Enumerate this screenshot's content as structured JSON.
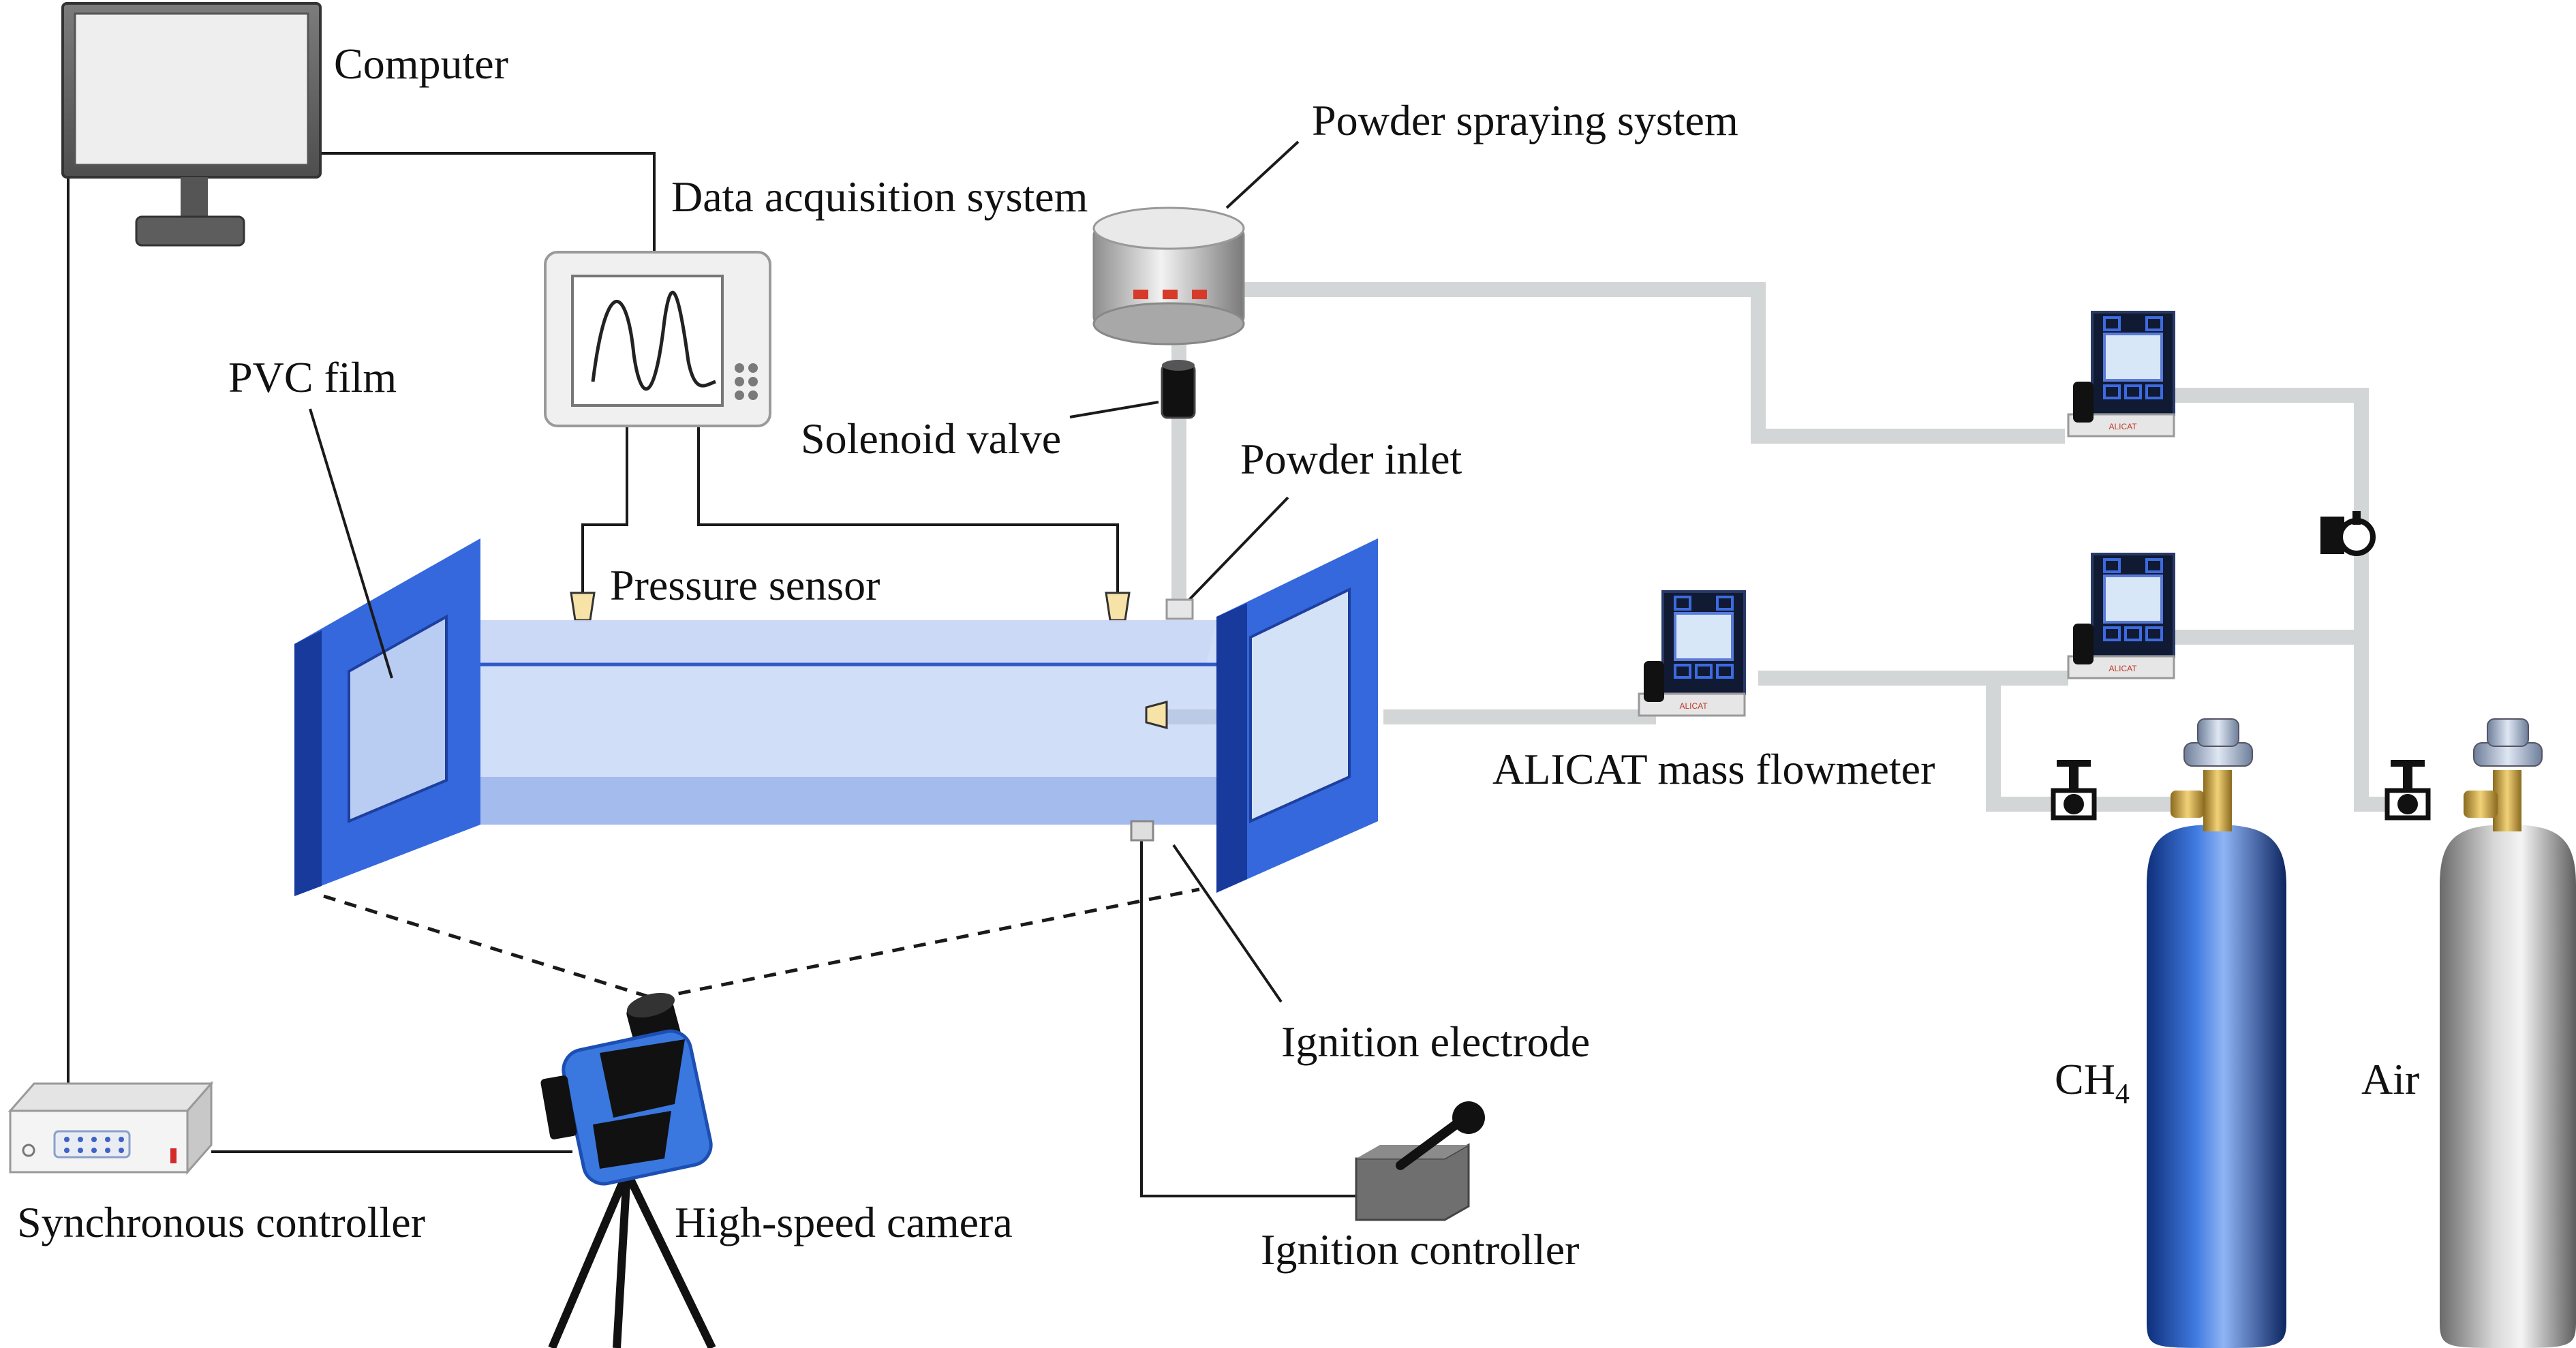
{
  "labels": {
    "computer": "Computer",
    "daq": "Data acquisition system",
    "powder_spraying": "Powder spraying system",
    "pvc_film": "PVC film",
    "solenoid_valve": "Solenoid valve",
    "powder_inlet": "Powder inlet",
    "pressure_sensor": "Pressure sensor",
    "alicat": "ALICAT mass flowmeter",
    "ignition_electrode": "Ignition electrode",
    "synchronous_controller": "Synchronous controller",
    "high_speed_camera": "High-speed camera",
    "ignition_controller": "Ignition controller",
    "ch4_main": "CH",
    "ch4_sub": "4",
    "air": "Air"
  },
  "flowmeter_brand": "ALICAT",
  "colors": {
    "chamber_frame": "#2c55c8",
    "chamber_glass": "#a9c2f2",
    "ch4_cylinder": "#1f4fb0",
    "air_cylinder": "#a8a8a8",
    "pipe": "#d3d6d6",
    "camera_body": "#3a78e0"
  },
  "icons": [
    "computer-monitor-icon",
    "daq-display-icon",
    "powder-tank-icon",
    "solenoid-valve-icon",
    "flowmeter-icon",
    "valve-icon",
    "gas-cylinder-icon",
    "camera-icon",
    "tripod-icon",
    "ignition-switch-icon",
    "controller-box-icon"
  ]
}
